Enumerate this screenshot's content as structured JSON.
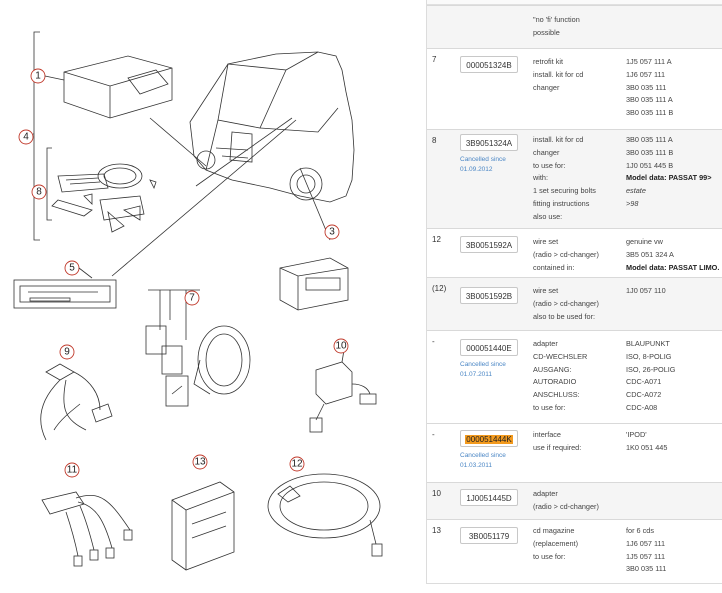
{
  "diagram": {
    "callouts": [
      "1",
      "4",
      "8",
      "5",
      "3",
      "7",
      "9",
      "10",
      "11",
      "13",
      "12"
    ]
  },
  "rows": [
    {
      "pos": "",
      "pn": "",
      "status": "",
      "desc": [
        "\"no 'fi' function",
        "possible"
      ],
      "nums": []
    },
    {
      "pos": "7",
      "pn": "000051324B",
      "status": "",
      "desc": [
        "retrofit kit",
        "install. kit for cd",
        "changer"
      ],
      "nums": [
        "1J5 057 111 A",
        "1J6 057 111",
        "3B0 035 111",
        "3B0 035 111 A",
        "3B0 035 111 B"
      ]
    },
    {
      "pos": "8",
      "pn": "3B9051324A",
      "status": "Cancelled since 01.09.2012",
      "desc": [
        "install. kit for cd",
        "changer",
        "to use for:",
        "with:",
        "1 set securing bolts",
        "fitting instructions",
        "also use:"
      ],
      "nums": [
        "3B0 035 111 A",
        "3B0 035 111 B",
        "1J0 051 445 B",
        "Model data: PASSAT 99>",
        "estate",
        ">98"
      ]
    },
    {
      "pos": "12",
      "pn": "3B0051592A",
      "status": "",
      "desc": [
        "wire set",
        "(radio > cd-changer)",
        "contained in:"
      ],
      "nums": [
        "genuine vw",
        "3B5 051 324 A",
        "Model data: PASSAT LIMO."
      ]
    },
    {
      "pos": "(12)",
      "pn": "3B0051592B",
      "status": "",
      "desc": [
        "wire set",
        "(radio > cd-changer)",
        "also to be used for:"
      ],
      "nums": [
        "1J0 057 110"
      ]
    },
    {
      "pos": "-",
      "pn": "000051440E",
      "status": "Cancelled since 01.07.2011",
      "desc": [
        "adapter",
        "CD-WECHSLER",
        "AUSGANG:",
        "AUTORADIO",
        "ANSCHLUSS:",
        "to use for:"
      ],
      "nums": [
        "BLAUPUNKT",
        "ISO, 8-POLIG",
        "ISO, 26-POLIG",
        "CDC-A071",
        "CDC-A072",
        "CDC-A08"
      ]
    },
    {
      "pos": "-",
      "pn": "000051444K",
      "status": "Cancelled since 01.03.2011",
      "desc": [
        "interface",
        "use if required:"
      ],
      "nums": [
        "'IPOD'",
        "1K0 051 445"
      ]
    },
    {
      "pos": "10",
      "pn": "1J0051445D",
      "status": "",
      "desc": [
        "adapter",
        "(radio > cd-changer)"
      ],
      "nums": []
    },
    {
      "pos": "13",
      "pn": "3B0051179",
      "status": "",
      "desc": [
        "cd magazine",
        "(replacement)",
        "to use for:"
      ],
      "nums": [
        "for 6 cds",
        "1J6 057 111",
        "1J5 057 111",
        "3B0 035 111"
      ]
    }
  ]
}
